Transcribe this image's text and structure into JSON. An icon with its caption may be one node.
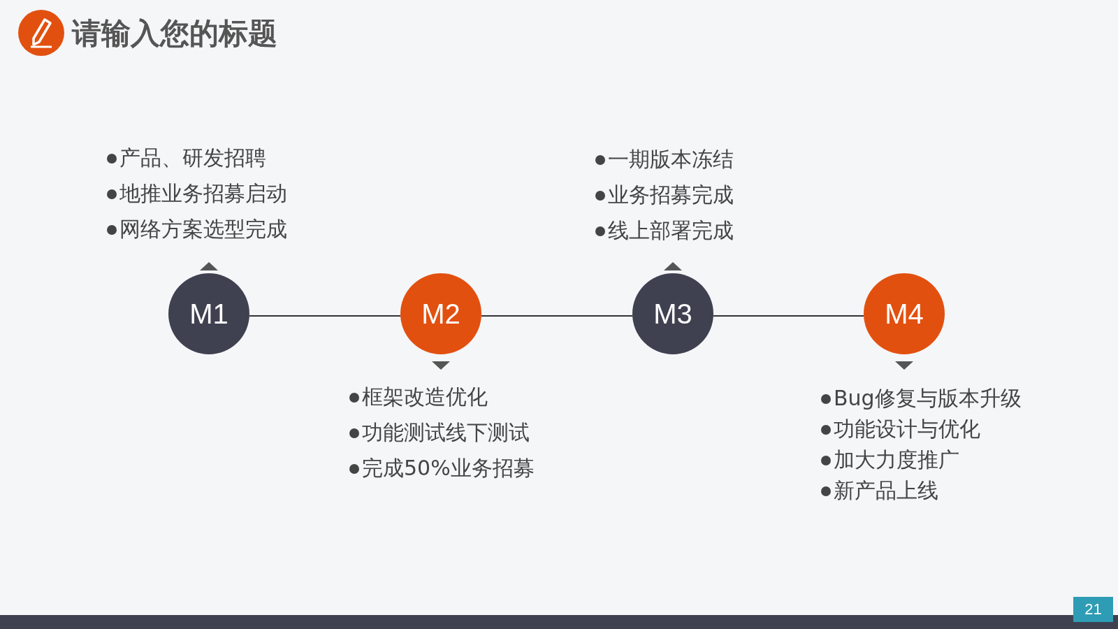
{
  "diagram": {
    "title": "请输入您的标题",
    "nodes": [
      {
        "text": [
          "M1"
        ],
        "beside": [
          "产品、研发招聘",
          "地推业务招募启动",
          "网络方案选型完成"
        ]
      },
      {
        "text": [
          "M2"
        ],
        "beside": [
          "框架改造优化",
          "功能测试线下测试",
          "完成50%业务招募"
        ]
      },
      {
        "text": [
          "M3"
        ],
        "beside": [
          "一期版本冻结",
          "业务招募完成",
          "线上部署完成"
        ]
      },
      {
        "text": [
          "M4"
        ],
        "beside": [
          "Bug修复与版本升级",
          "功能设计与优化",
          "加大力度推广",
          "新产品上线"
        ]
      }
    ],
    "edges": [
      {
        "from": 0,
        "to": 1,
        "arrow": "none"
      },
      {
        "from": 1,
        "to": 2,
        "arrow": "none"
      },
      {
        "from": 2,
        "to": 3,
        "arrow": "none"
      }
    ],
    "labels": [
      "21"
    ]
  }
}
